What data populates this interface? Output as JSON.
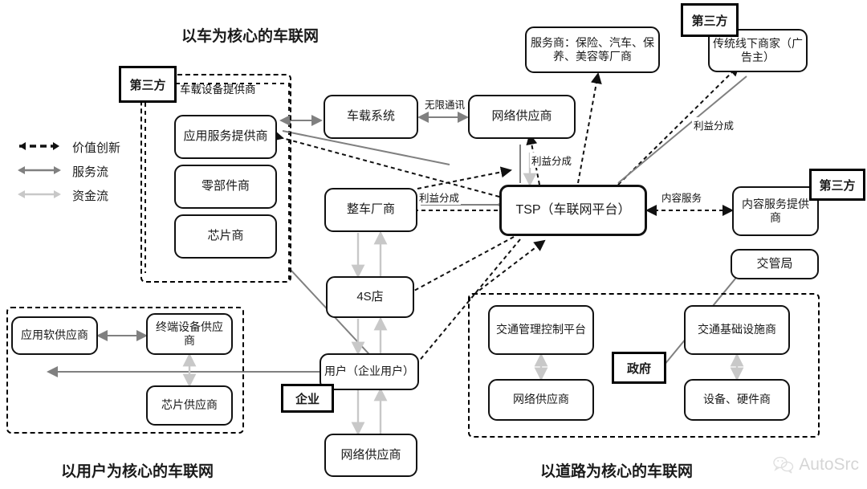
{
  "diagram": {
    "title_top": "以车为核心的车联网",
    "title_bottom_left": "以用户为核心的车联网",
    "title_bottom_right": "以道路为核心的车联网"
  },
  "legend": {
    "items": [
      {
        "label": "价值创新",
        "style": "dashed-black-double-arrow",
        "color": "#111111"
      },
      {
        "label": "服务流",
        "style": "solid-darkgray-double-arrow",
        "color": "#808080"
      },
      {
        "label": "资金流",
        "style": "solid-lightgray-double-arrow",
        "color": "#c8c8c8"
      }
    ]
  },
  "tags": {
    "third_party_1": "第三方",
    "third_party_2": "第三方",
    "third_party_3": "第三方",
    "enterprise": "企业",
    "government": "政府"
  },
  "captions": {
    "onboard_device_supplier": "车载设备提供商"
  },
  "nodes": {
    "app_service_provider": "应用服务提供商",
    "parts_supplier": "零部件商",
    "chip_maker": "芯片商",
    "vehicle_system": "车载系统",
    "network_provider_top": "网络供应商",
    "oem": "整车厂商",
    "store_4s": "4S店",
    "service_providers": "服务商：保险、汽车、保养、美容等厂商",
    "offline_merchants": "传统线下商家（广告主）",
    "tsp": "TSP（车联网平台）",
    "content_service_provider": "内容服务提供商",
    "traffic_bureau": "交管局",
    "app_software_supplier": "应用软供应商",
    "terminal_device_supplier": "终端设备供应商",
    "chip_supplier": "芯片供应商",
    "user": "用户（企业用户）",
    "network_provider_user": "网络供应商",
    "traffic_mgmt_platform": "交通管理控制平台",
    "network_provider_road": "网络供应商",
    "traffic_infra_provider": "交通基础设施商",
    "equipment_hardware": "设备、硬件商"
  },
  "edge_labels": {
    "wireless_comm": "无限通讯",
    "profit_share_network": "利益分成",
    "profit_share_oem": "利益分成",
    "profit_share_ad": "利益分成",
    "content_service": "内容服务"
  },
  "watermark": {
    "text": "AutoSrc",
    "icon": "wechat-icon"
  },
  "colors": {
    "black": "#111111",
    "gray_service": "#808080",
    "gray_money": "#c8c8c8",
    "background": "#ffffff"
  }
}
